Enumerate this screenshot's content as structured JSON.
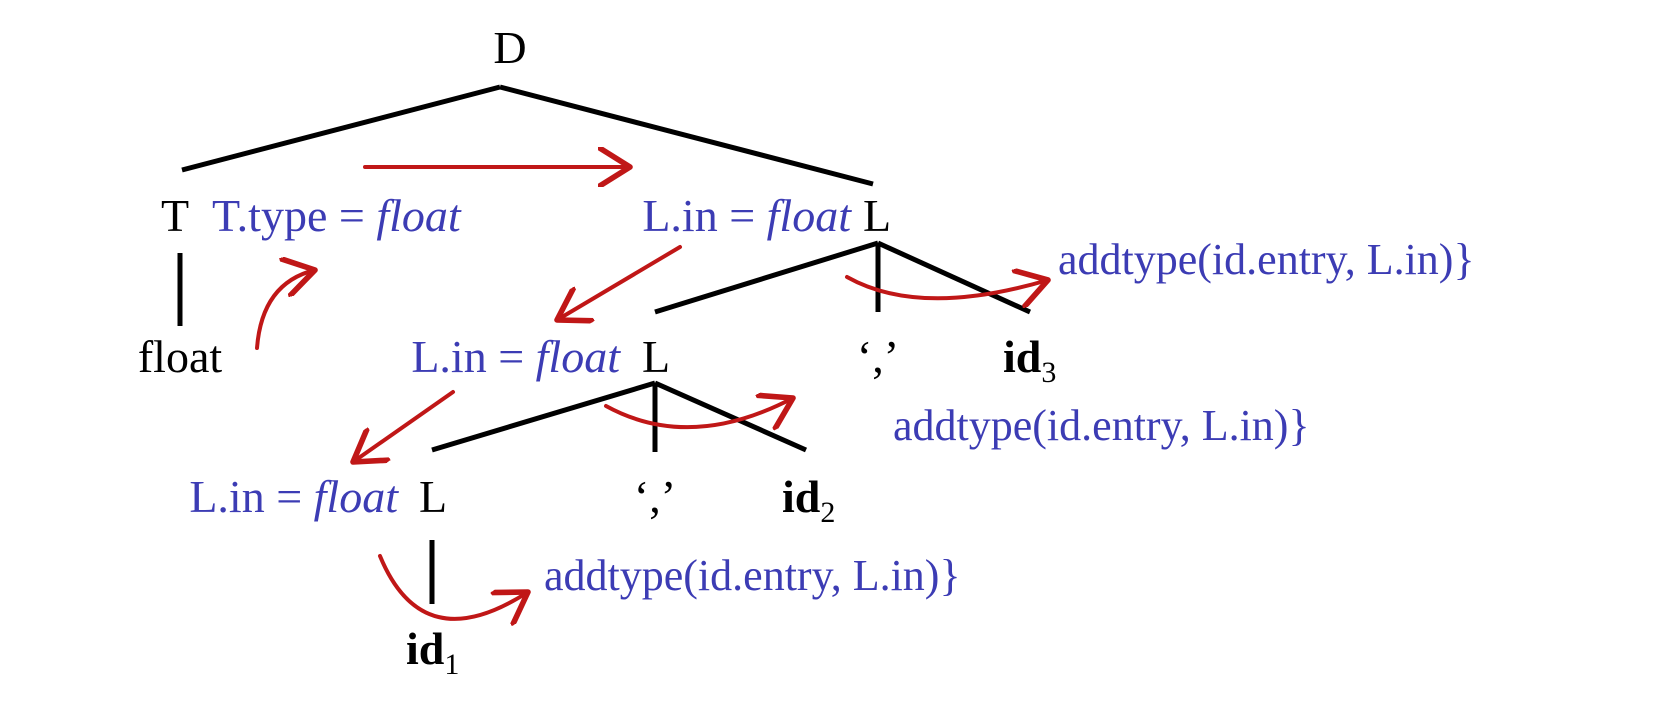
{
  "colors": {
    "node_text": "#000000",
    "attribute_text": "#3c3cb4",
    "tree_edges": "#000000",
    "dependency_arrows": "#c01717",
    "background": "#ffffff"
  },
  "nodes": {
    "D": "D",
    "T": "T",
    "float_leaf": "float",
    "L_top": "L",
    "comma_top": "‘,’",
    "id3": {
      "base": "id",
      "sub": "3"
    },
    "L_mid": "L",
    "comma_mid": "‘,’",
    "id2": {
      "base": "id",
      "sub": "2"
    },
    "L_bot": "L",
    "id1": {
      "base": "id",
      "sub": "1"
    }
  },
  "attributes": {
    "t_type": {
      "prefix": "T.type = ",
      "value": "float"
    },
    "l_in_top": {
      "prefix": "L.in = ",
      "value": "float"
    },
    "l_in_mid": {
      "prefix": "L.in = ",
      "value": "float"
    },
    "l_in_bot": {
      "prefix": "L.in = ",
      "value": "float"
    },
    "action_top": "addtype(id.entry, L.in)}",
    "action_mid": "addtype(id.entry, L.in)}",
    "action_bot": "addtype(id.entry, L.in)}"
  }
}
